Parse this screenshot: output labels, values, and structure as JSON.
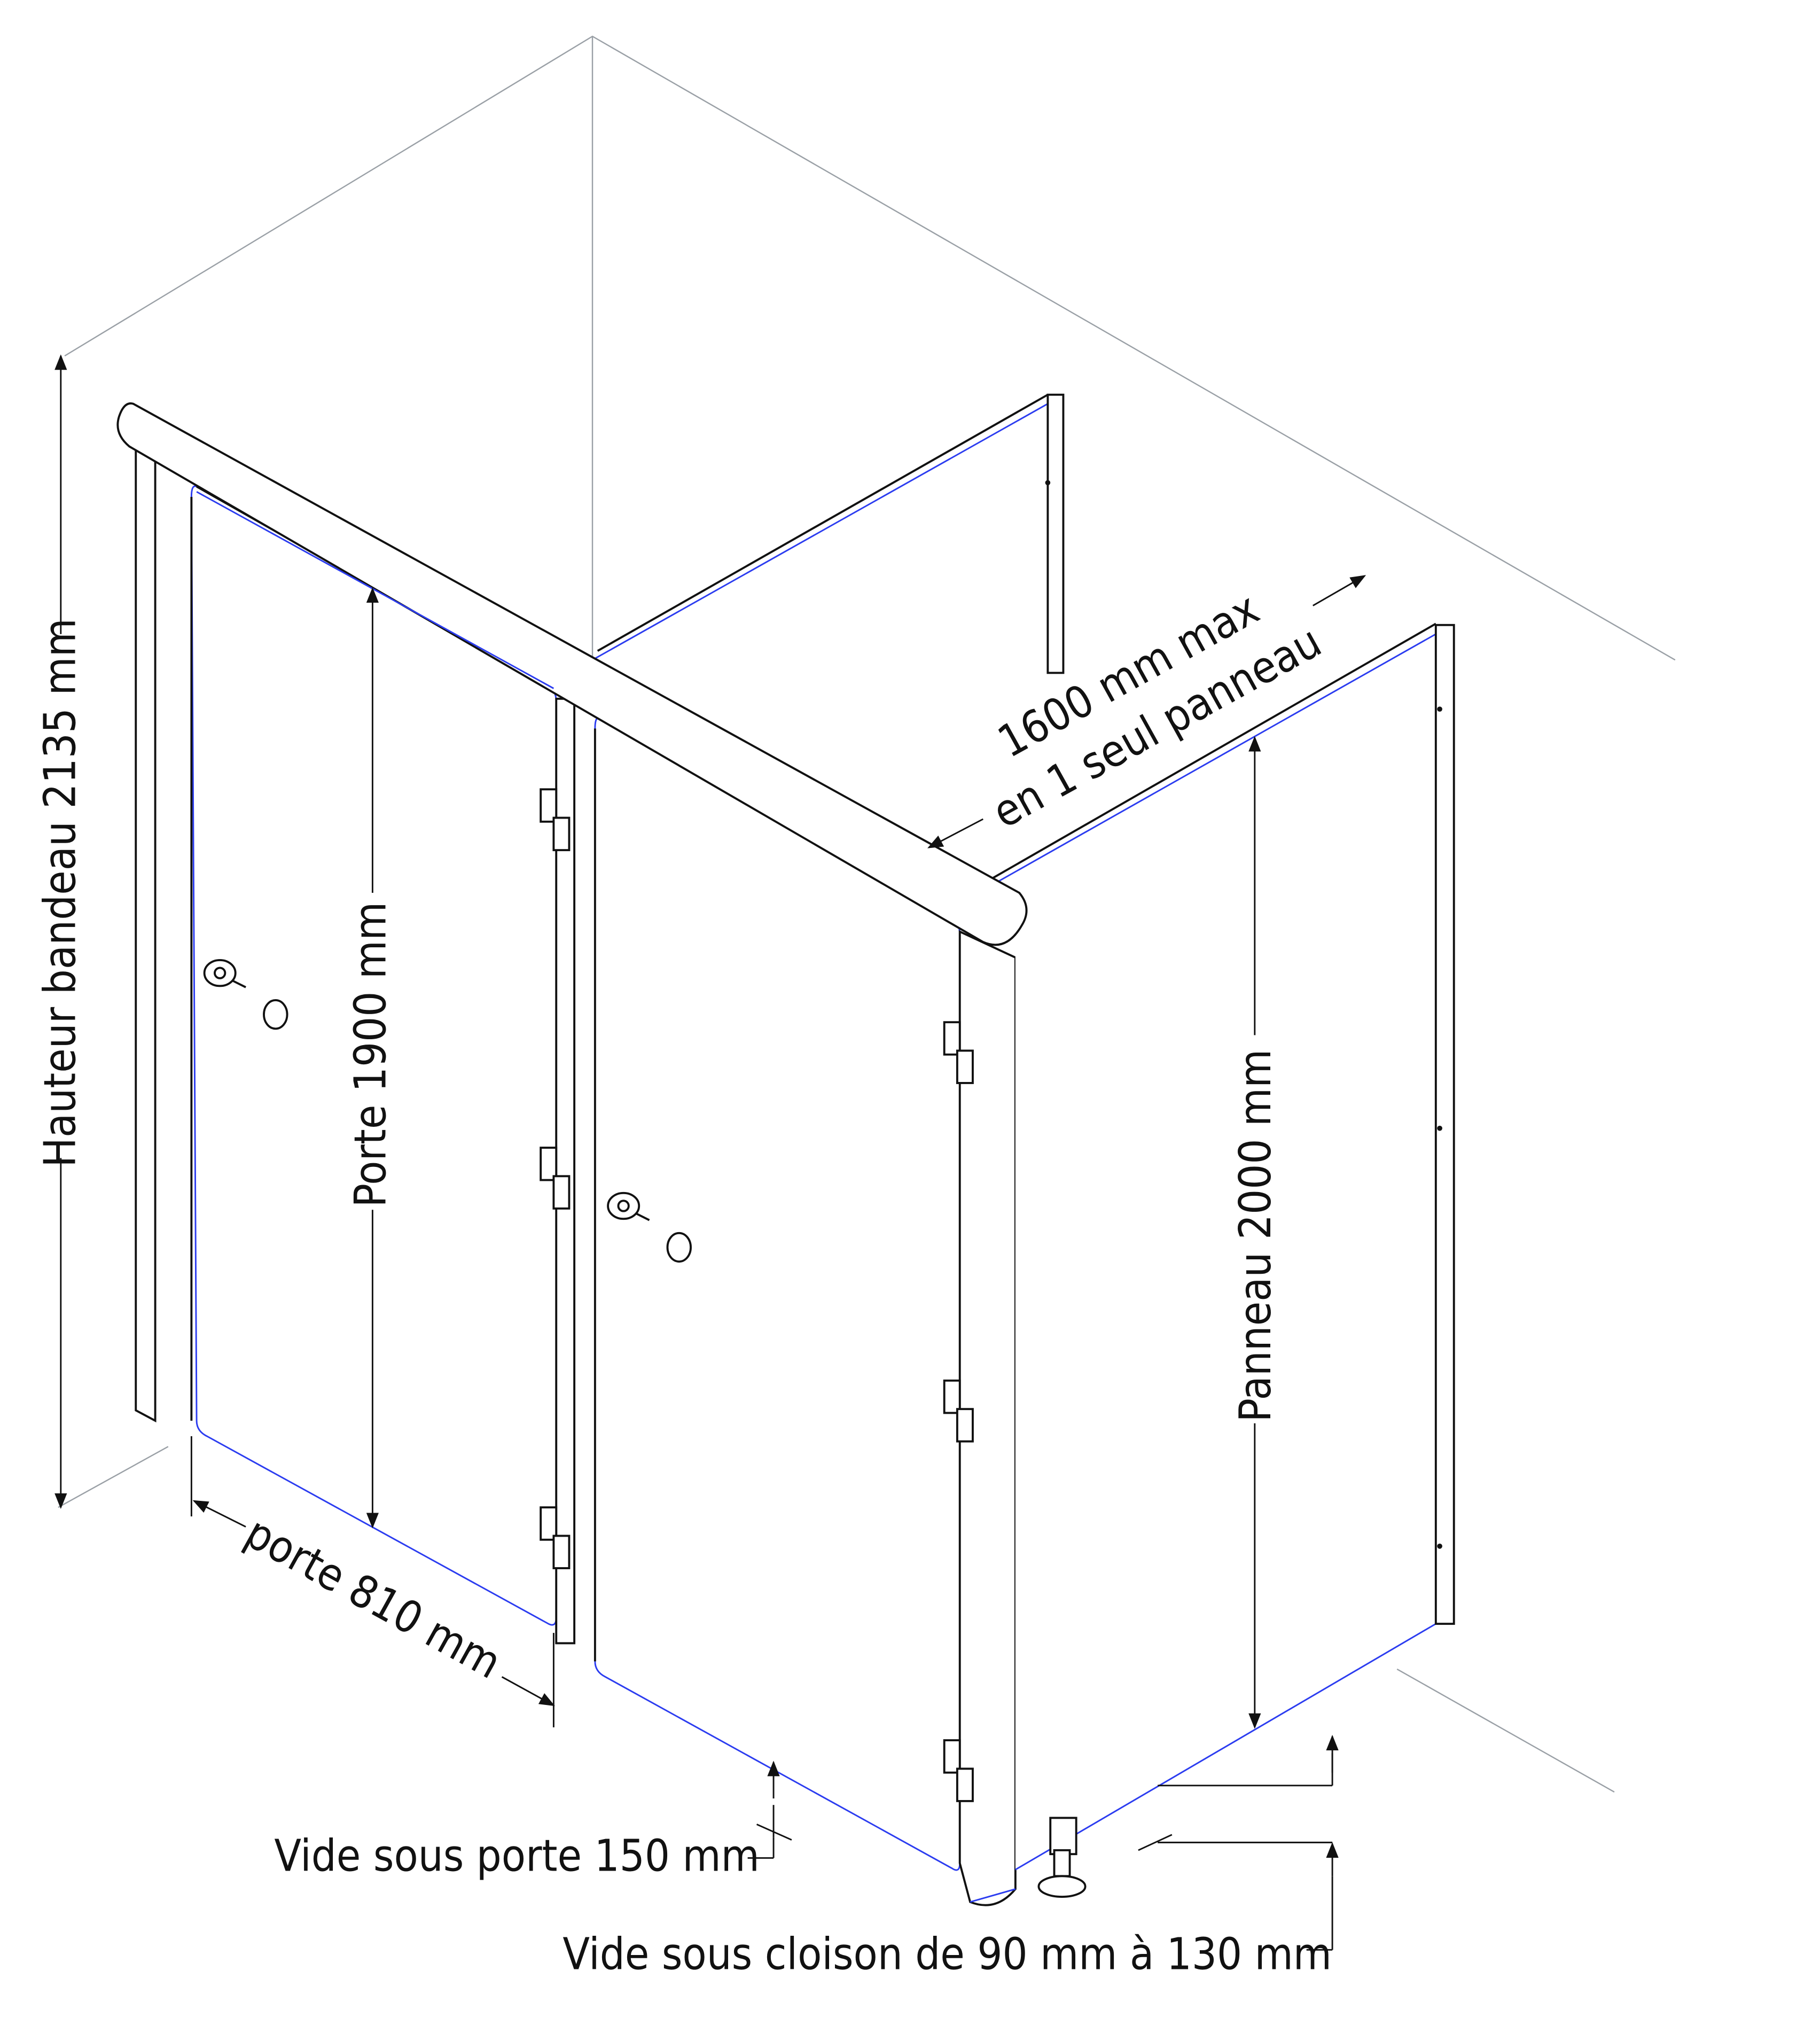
{
  "labels": {
    "hauteur_bandeau": "Hauteur bandeau 2135 mm",
    "porte_hauteur": "Porte 1900 mm",
    "largeur_max_l1": "1600 mm max",
    "largeur_max_l2": "en 1 seul panneau",
    "panneau_hauteur": "Panneau 2000 mm",
    "porte_largeur": "porte 810 mm",
    "vide_porte": "Vide sous porte 150 mm",
    "vide_cloison": "Vide sous cloison de 90 mm à 130 mm"
  },
  "colors": {
    "outline": "#111111",
    "edge": "#2b3cf0",
    "room": "#9aa0a6"
  }
}
